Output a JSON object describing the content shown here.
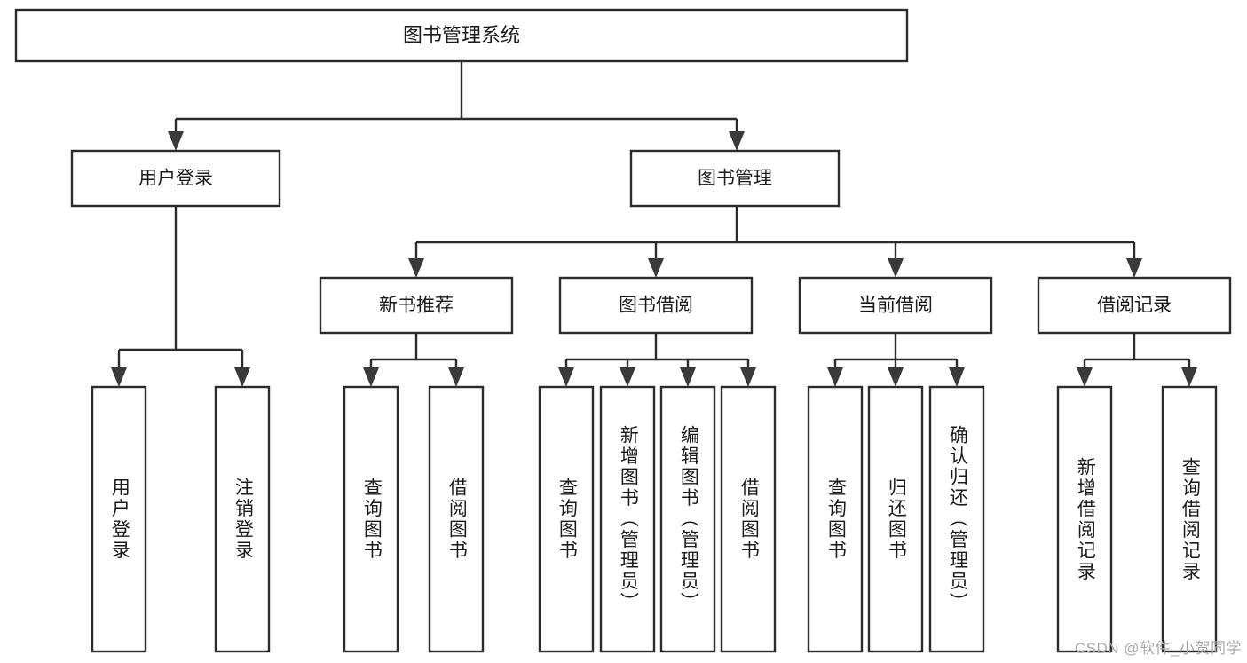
{
  "diagram": {
    "type": "tree",
    "title": "图书管理系统",
    "watermark": "CSDN @软件_小贺同学",
    "colors": {
      "box_stroke": "#2b2b2b",
      "box_fill": "#ffffff",
      "connector": "#2b2b2b",
      "text": "#1b1b1b",
      "watermark": "#a9a9a9",
      "background": "#ffffff"
    },
    "root": {
      "label": "图书管理系统"
    },
    "level2": [
      {
        "label": "用户登录"
      },
      {
        "label": "图书管理"
      }
    ],
    "level3": [
      {
        "label": "新书推荐"
      },
      {
        "label": "图书借阅"
      },
      {
        "label": "当前借阅"
      },
      {
        "label": "借阅记录"
      }
    ],
    "leaves": {
      "user_login": [
        {
          "label": "用户登录"
        },
        {
          "label": "注销登录"
        }
      ],
      "new_book_recommend": [
        {
          "label": "查询图书"
        },
        {
          "label": "借阅图书"
        }
      ],
      "book_borrow": [
        {
          "label": "查询图书"
        },
        {
          "label": "新增图书（管理员）"
        },
        {
          "label": "编辑图书（管理员）"
        },
        {
          "label": "借阅图书"
        }
      ],
      "current_borrow": [
        {
          "label": "查询图书"
        },
        {
          "label": "归还图书"
        },
        {
          "label": "确认归还（管理员）"
        }
      ],
      "borrow_record": [
        {
          "label": "新增借阅记录"
        },
        {
          "label": "查询借阅记录"
        }
      ]
    }
  }
}
